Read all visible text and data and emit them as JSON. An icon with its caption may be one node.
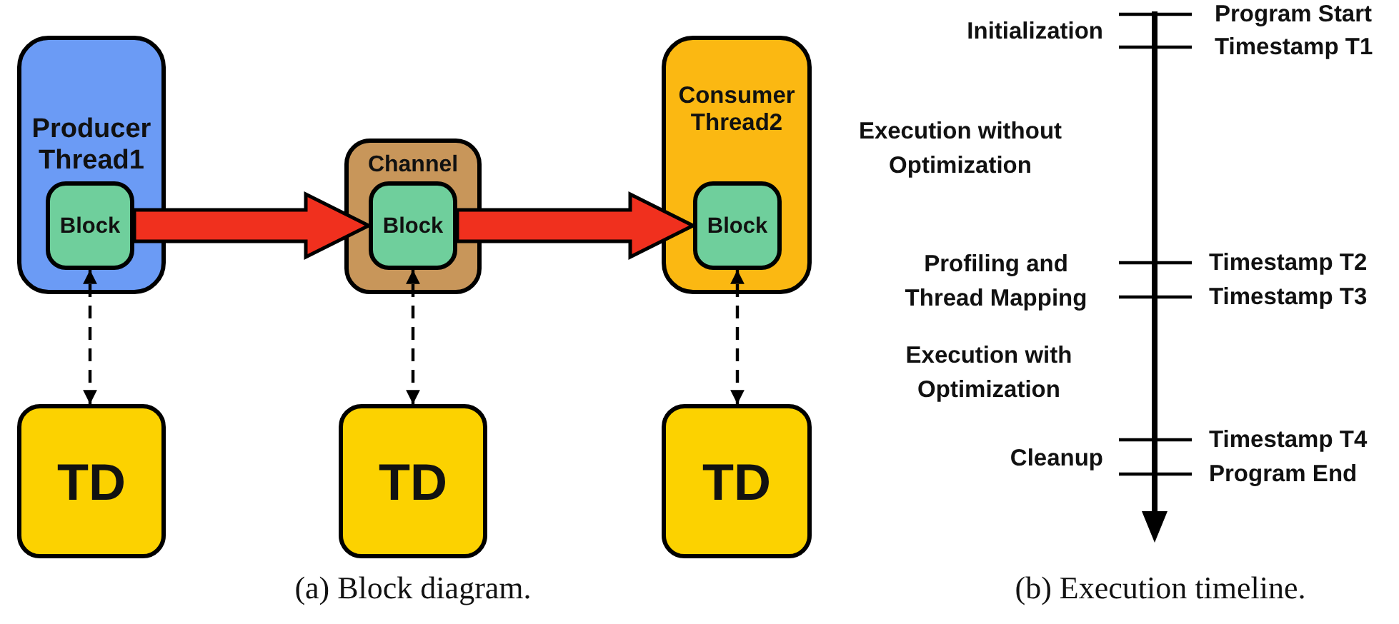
{
  "diagram": {
    "nodes": [
      {
        "text": [
          "Producer Thread1"
        ]
      },
      {
        "text": [
          "Block"
        ],
        "in": 0
      },
      {
        "text": [
          "Channel"
        ]
      },
      {
        "text": [
          "Block"
        ],
        "in": 2
      },
      {
        "text": [
          "Consumer Thread2"
        ]
      },
      {
        "text": [
          "Block"
        ],
        "in": 4
      },
      {
        "text": [
          "TD"
        ]
      },
      {
        "text": [
          "TD"
        ]
      },
      {
        "text": [
          "TD"
        ]
      }
    ],
    "edges": [
      {
        "from": 1,
        "to": 3,
        "arrow": "to",
        "style": "thick",
        "color": "#f0301e"
      },
      {
        "from": 3,
        "to": 5,
        "arrow": "to",
        "style": "thick",
        "color": "#f0301e"
      },
      {
        "from": 6,
        "to": 1,
        "arrow": "both",
        "style": "dashed"
      },
      {
        "from": 7,
        "to": 3,
        "arrow": "both",
        "style": "dashed"
      },
      {
        "from": 8,
        "to": 5,
        "arrow": "both",
        "style": "dashed"
      }
    ],
    "labels": [
      "Program Start",
      "Initialization",
      "Timestamp T1",
      "Execution without Optimization",
      "Profiling and Thread Mapping",
      "Timestamp T2",
      "Timestamp T3",
      "Execution with Optimization",
      "Timestamp T4",
      "Cleanup",
      "Program End",
      "(a) Block diagram.",
      "(b) Execution timeline."
    ]
  }
}
